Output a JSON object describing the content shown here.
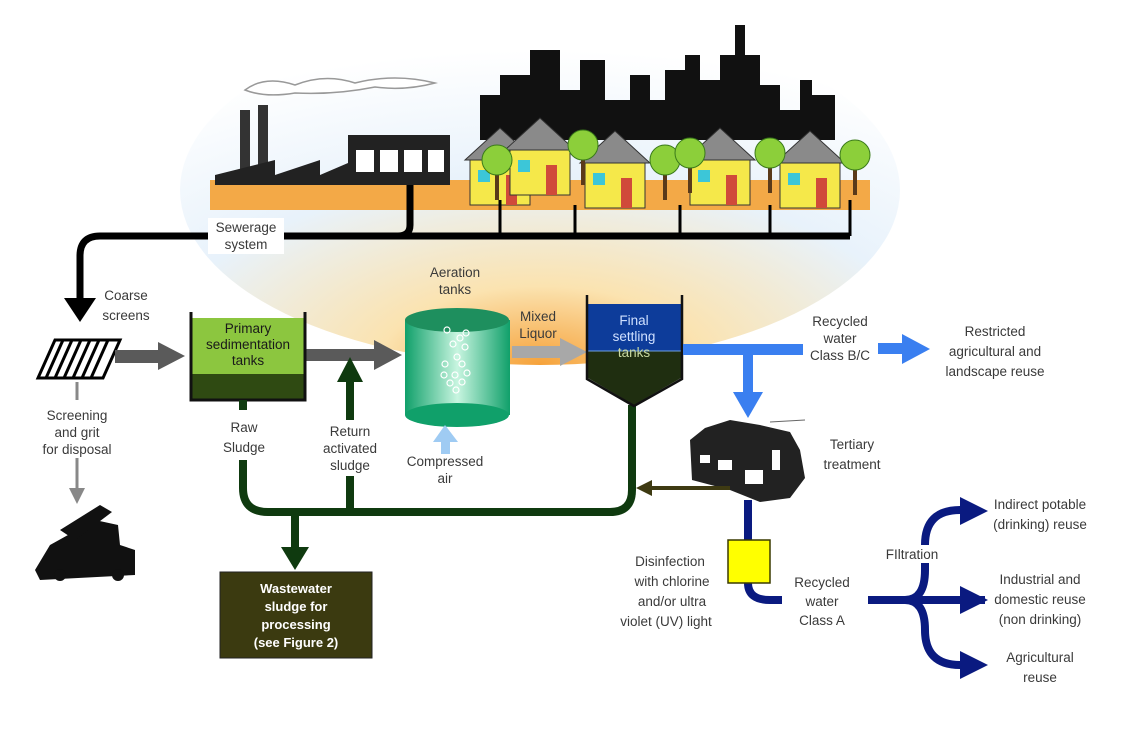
{
  "colors": {
    "sewer": "#000000",
    "process_arrow": "#5a5a5a",
    "sludge": "#0f3a0f",
    "recycled_bc": "#3a7ff0",
    "recycled_a": "#0a1a80",
    "primary_tank": "#8cc63f",
    "final_tank": "#0d3c9a",
    "sludge_box": "#3b3a10",
    "disinfection_box": "#ffff00",
    "aeration_tank": "#22b07a"
  },
  "labels": {
    "sewerage": [
      "Sewerage",
      "system"
    ],
    "coarse_screens": [
      "Coarse",
      "screens"
    ],
    "screening": [
      "Screening",
      "and grit",
      "for disposal"
    ],
    "primary": [
      "Primary",
      "sedimentation",
      "tanks"
    ],
    "raw_sludge": [
      "Raw",
      "Sludge"
    ],
    "return_sludge": [
      "Return",
      "activated",
      "sludge"
    ],
    "aeration": [
      "Aeration",
      "tanks"
    ],
    "compressed_air": [
      "Compressed",
      "air"
    ],
    "mixed_liquor": [
      "Mixed",
      "Liquor"
    ],
    "final_settling": [
      "Final",
      "settling",
      "tanks"
    ],
    "recycled_bc": [
      "Recycled",
      "water",
      "Class B/C"
    ],
    "restricted": [
      "Restricted",
      "agricultural and",
      "landscape reuse"
    ],
    "tertiary": [
      "Tertiary",
      "treatment"
    ],
    "sludge_box": [
      "Wastewater",
      "sludge for",
      "processing",
      "(see Figure 2)"
    ],
    "disinfection": [
      "Disinfection",
      "with chlorine",
      "and/or ultra",
      "violet (UV) light"
    ],
    "recycled_a": [
      "Recycled",
      "water",
      "Class A"
    ],
    "filtration": "FIltration",
    "indirect_potable": [
      "Indirect potable",
      "(drinking) reuse"
    ],
    "industrial": [
      "Industrial and",
      "domestic reuse",
      "(non drinking)"
    ],
    "agricultural": [
      "Agricultural",
      "reuse"
    ]
  }
}
